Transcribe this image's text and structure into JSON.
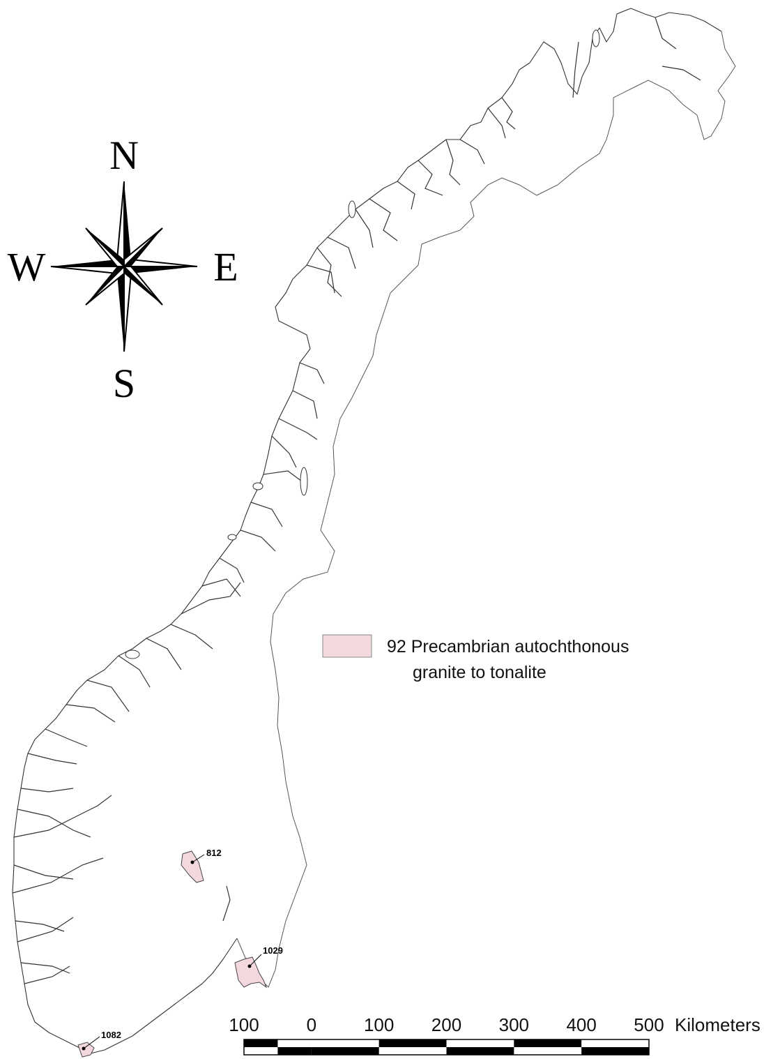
{
  "compass": {
    "north": "N",
    "south": "S",
    "east": "E",
    "west": "W",
    "icon": "compass-rose-icon"
  },
  "legend": {
    "line1": "92 Precambrian autochthonous",
    "line2": "granite to tonalite",
    "swatch_color": "#f3d9de",
    "swatch_stroke": "#888888"
  },
  "sites": [
    {
      "label": "812"
    },
    {
      "label": "1029"
    },
    {
      "label": "1082"
    }
  ],
  "scale_bar": {
    "ticks": [
      "100",
      "0",
      "100",
      "200",
      "300",
      "400",
      "500"
    ],
    "unit": "Kilometers"
  },
  "colors": {
    "outline": "#333333",
    "unit_fill": "#f3d9de"
  }
}
